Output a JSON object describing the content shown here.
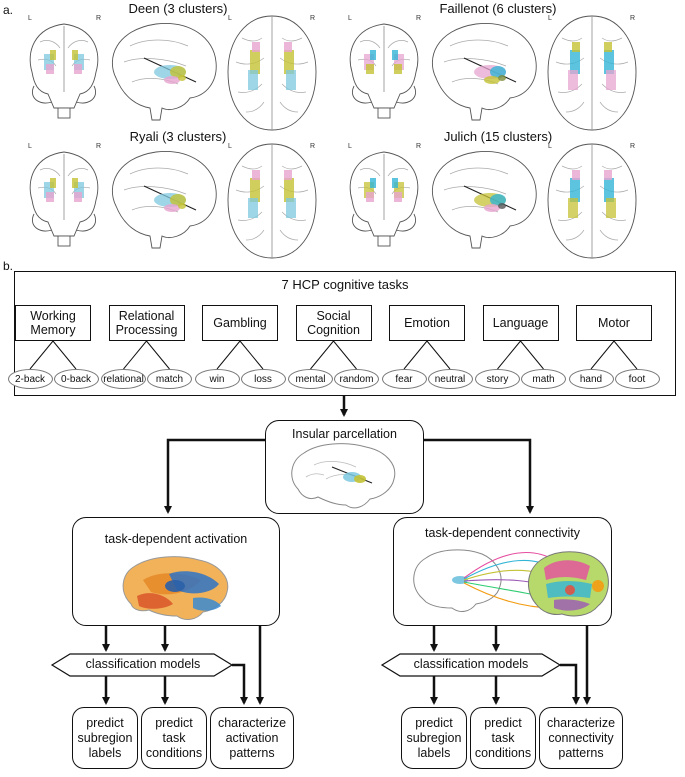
{
  "panel_a": {
    "label": "a.",
    "lr_left": "L",
    "lr_right": "R",
    "atlases": [
      {
        "title": "Deen (3 clusters)",
        "colors": [
          "#c4c234",
          "#7dc8e0",
          "#e7a4cf"
        ]
      },
      {
        "title": "Faillenot (6 clusters)",
        "colors": [
          "#33b5d6",
          "#e7a4cf",
          "#c4c234",
          "#7d8c3a"
        ]
      },
      {
        "title": "Ryali (3 clusters)",
        "colors": [
          "#c4c234",
          "#7dc8e0",
          "#e7a4cf"
        ]
      },
      {
        "title": "Julich (15 clusters)",
        "colors": [
          "#33b5d6",
          "#c4c234",
          "#e7a4cf",
          "#555555"
        ]
      }
    ]
  },
  "panel_b": {
    "label": "b.",
    "hcp_title": "7 HCP cognitive tasks",
    "tasks": [
      {
        "name": "Working\nMemory",
        "conds": [
          "2-back",
          "0-back"
        ]
      },
      {
        "name": "Relational\nProcessing",
        "conds": [
          "relational",
          "match"
        ]
      },
      {
        "name": "Gambling",
        "conds": [
          "win",
          "loss"
        ]
      },
      {
        "name": "Social\nCognition",
        "conds": [
          "mental",
          "random"
        ]
      },
      {
        "name": "Emotion",
        "conds": [
          "fear",
          "neutral"
        ]
      },
      {
        "name": "Language",
        "conds": [
          "story",
          "math"
        ]
      },
      {
        "name": "Motor",
        "conds": [
          "hand",
          "foot"
        ]
      }
    ],
    "insular": "Insular parcellation",
    "activation_title": "task-dependent activation",
    "connectivity_title": "task-dependent connectivity",
    "classification": "classification models",
    "outputs_left": [
      "predict\nsubregion\nlabels",
      "predict\ntask\nconditions",
      "characterize\nactivation\npatterns"
    ],
    "outputs_right": [
      "predict\nsubregion\nlabels",
      "predict\ntask\nconditions",
      "characterize\nconnectivity\npatterns"
    ]
  }
}
